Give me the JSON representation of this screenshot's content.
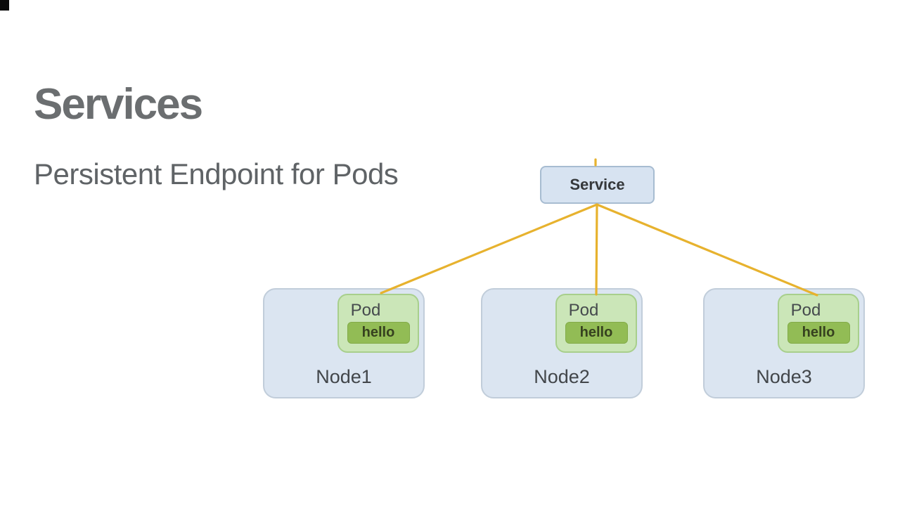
{
  "slide": {
    "title": "Services",
    "subtitle": "Persistent Endpoint for Pods"
  },
  "diagram": {
    "service": {
      "label": "Service"
    },
    "nodes": [
      {
        "name": "Node1",
        "pod": {
          "label": "Pod",
          "app": "hello"
        }
      },
      {
        "name": "Node2",
        "pod": {
          "label": "Pod",
          "app": "hello"
        }
      },
      {
        "name": "Node3",
        "pod": {
          "label": "Pod",
          "app": "hello"
        }
      }
    ],
    "colors": {
      "title_text": "#6b6e70",
      "subtitle_text": "#5f6366",
      "service_fill": "#d7e3f1",
      "service_border": "#a7bcd1",
      "node_fill": "#dbe5f1",
      "node_border": "#c1cdda",
      "pod_fill": "#cbe6b8",
      "pod_border": "#a8cf8c",
      "app_fill": "#92bc55",
      "app_text": "#36411f",
      "connector": "#e7b22e"
    }
  }
}
